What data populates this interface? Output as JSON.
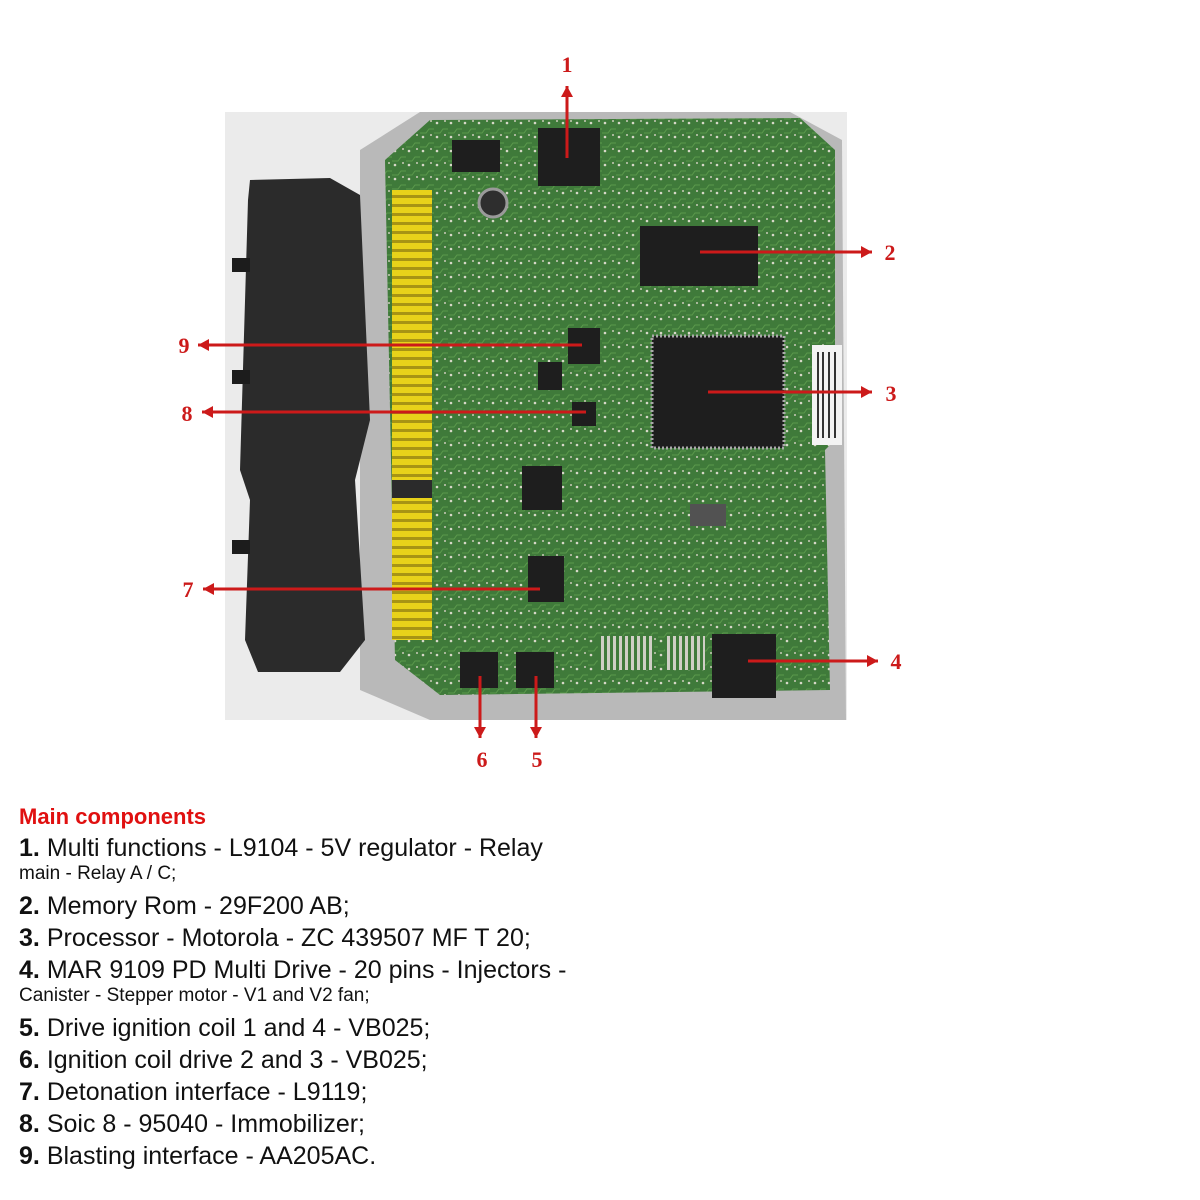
{
  "colors": {
    "arrow": "#cc1a1a",
    "pcb": "#3f7a3a",
    "connector": "#2b2b2b",
    "pins": "#e8d21a",
    "chip": "#1e1e1e",
    "housing": "#b9b9b9"
  },
  "callouts": [
    {
      "num": "1",
      "target": "multi-function-chip"
    },
    {
      "num": "2",
      "target": "memory-rom-chip"
    },
    {
      "num": "3",
      "target": "processor-chip"
    },
    {
      "num": "4",
      "target": "multi-drive-chip"
    },
    {
      "num": "5",
      "target": "ignition-driver-1-4"
    },
    {
      "num": "6",
      "target": "ignition-driver-2-3"
    },
    {
      "num": "7",
      "target": "detonation-interface-chip"
    },
    {
      "num": "8",
      "target": "immobilizer-eeprom"
    },
    {
      "num": "9",
      "target": "blasting-interface-chip"
    }
  ],
  "legend": {
    "title": "Main components",
    "items": [
      {
        "num": "1.",
        "text": "Multi functions - L9104 - 5V regulator - Relay",
        "continuation": "main - Relay A / C;"
      },
      {
        "num": "2.",
        "text": "Memory Rom - 29F200 AB;"
      },
      {
        "num": "3.",
        "text": "Processor - Motorola - ZC 439507 MF T 20;"
      },
      {
        "num": "4.",
        "text": "MAR 9109 PD Multi Drive - 20 pins - Injectors -",
        "continuation": "Canister - Stepper motor - V1 and V2 fan;"
      },
      {
        "num": "5.",
        "text": "Drive ignition coil 1 and 4 - VB025;"
      },
      {
        "num": "6.",
        "text": "Ignition coil drive 2 and 3 - VB025;"
      },
      {
        "num": "7.",
        "text": "Detonation interface - L9119;"
      },
      {
        "num": "8.",
        "text": "Soic 8 - 95040 - Immobilizer;"
      },
      {
        "num": "9.",
        "text": "Blasting interface - AA205AC."
      }
    ]
  }
}
